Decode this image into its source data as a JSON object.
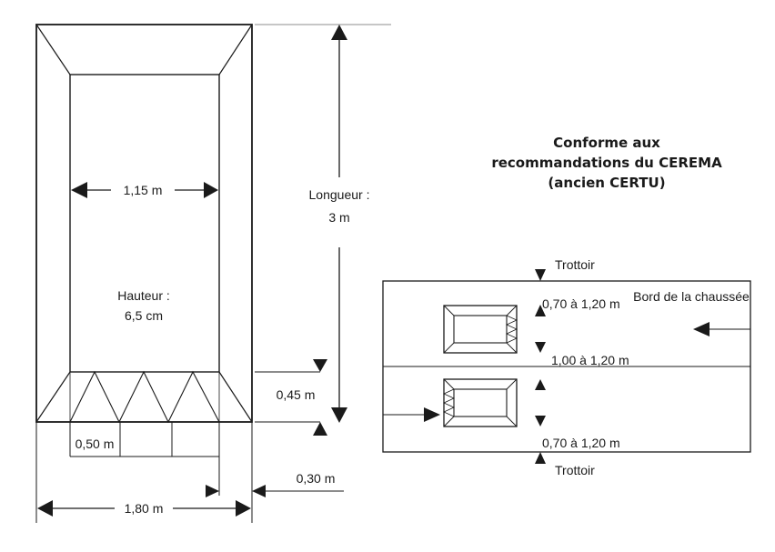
{
  "left_plan": {
    "width_inner": "1,15 m",
    "length_label_1": "Longueur :",
    "length_label_2": "3 m",
    "height_label_1": "Hauteur :",
    "height_label_2": "6,5 cm",
    "ramp_depth": "0,45 m",
    "tooth_width": "0,50 m",
    "border_width": "0,30 m",
    "total_width": "1,80 m"
  },
  "right_plan": {
    "title_line_1": "Conforme aux",
    "title_line_2": "recommandations du CEREMA",
    "title_line_3": "(ancien CERTU)",
    "top_label": "Trottoir",
    "bottom_label": "Trottoir",
    "edge_label": "Bord de la chaussée",
    "top_gap": "0,70 à 1,20 m",
    "middle_gap": "1,00 à 1,20 m",
    "bottom_gap": "0,70 à 1,20 m"
  }
}
